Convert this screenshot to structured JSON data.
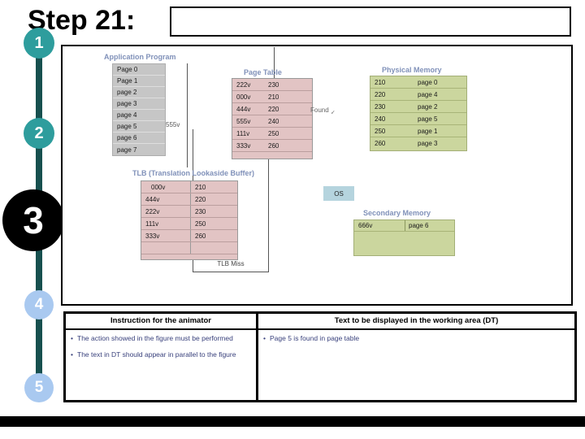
{
  "slide": {
    "step_title": "Step 21:",
    "rail_steps": [
      "1",
      "2",
      "3",
      "4",
      "5"
    ]
  },
  "diagram": {
    "app_program": {
      "title": "Application Program",
      "rows": [
        "Page 0",
        "Page 1",
        "page 2",
        "page 3",
        "page 4",
        "page 5",
        "page 6",
        "page 7"
      ]
    },
    "address_label": "555v",
    "page_table": {
      "title": "Page Table",
      "rows": [
        [
          "222v",
          "230"
        ],
        [
          "000v",
          "210"
        ],
        [
          "444v",
          "220"
        ],
        [
          "555v",
          "240"
        ],
        [
          "111v",
          "250"
        ],
        [
          "333v",
          "260"
        ]
      ]
    },
    "found_label": "Found",
    "found_mark": "✓",
    "physical_memory": {
      "title": "Physical Memory",
      "rows": [
        [
          "210",
          "page 0"
        ],
        [
          "220",
          "page 4"
        ],
        [
          "230",
          "page 2"
        ],
        [
          "240",
          "page 5"
        ],
        [
          "250",
          "page 1"
        ],
        [
          "260",
          "page 3"
        ]
      ]
    },
    "tlb": {
      "title": "TLB (Translation Lookaside Buffer)",
      "rows": [
        [
          "000v",
          "210"
        ],
        [
          "444v",
          "220"
        ],
        [
          "222v",
          "230"
        ],
        [
          "111v",
          "250"
        ],
        [
          "333v",
          "260"
        ]
      ],
      "caption": "TLB Miss"
    },
    "os_label": "OS",
    "secondary_memory": {
      "title": "Secondary Memory",
      "rows": [
        [
          "666v",
          "page 6"
        ]
      ]
    }
  },
  "notes": {
    "header_left": "Instruction for the animator",
    "header_right": "Text to be displayed in the working area (DT)",
    "left_bullets": [
      "The action showed in the figure must be performed",
      "The text in DT should appear  in parallel to the figure"
    ],
    "right_bullets": [
      "Page 5 is found in page table"
    ]
  },
  "colors": {
    "teal_circle": "#2E9D9D",
    "rail": "#17504F",
    "black_circle": "#000000",
    "blue_circle": "#A9C9F0",
    "table_pink": "#E2C4C4",
    "table_green": "#CBD69E",
    "table_gray": "#C6C6C6",
    "os_blue": "#B5D4DE",
    "label_blue": "#8091B9",
    "notes_text": "#39417C"
  }
}
